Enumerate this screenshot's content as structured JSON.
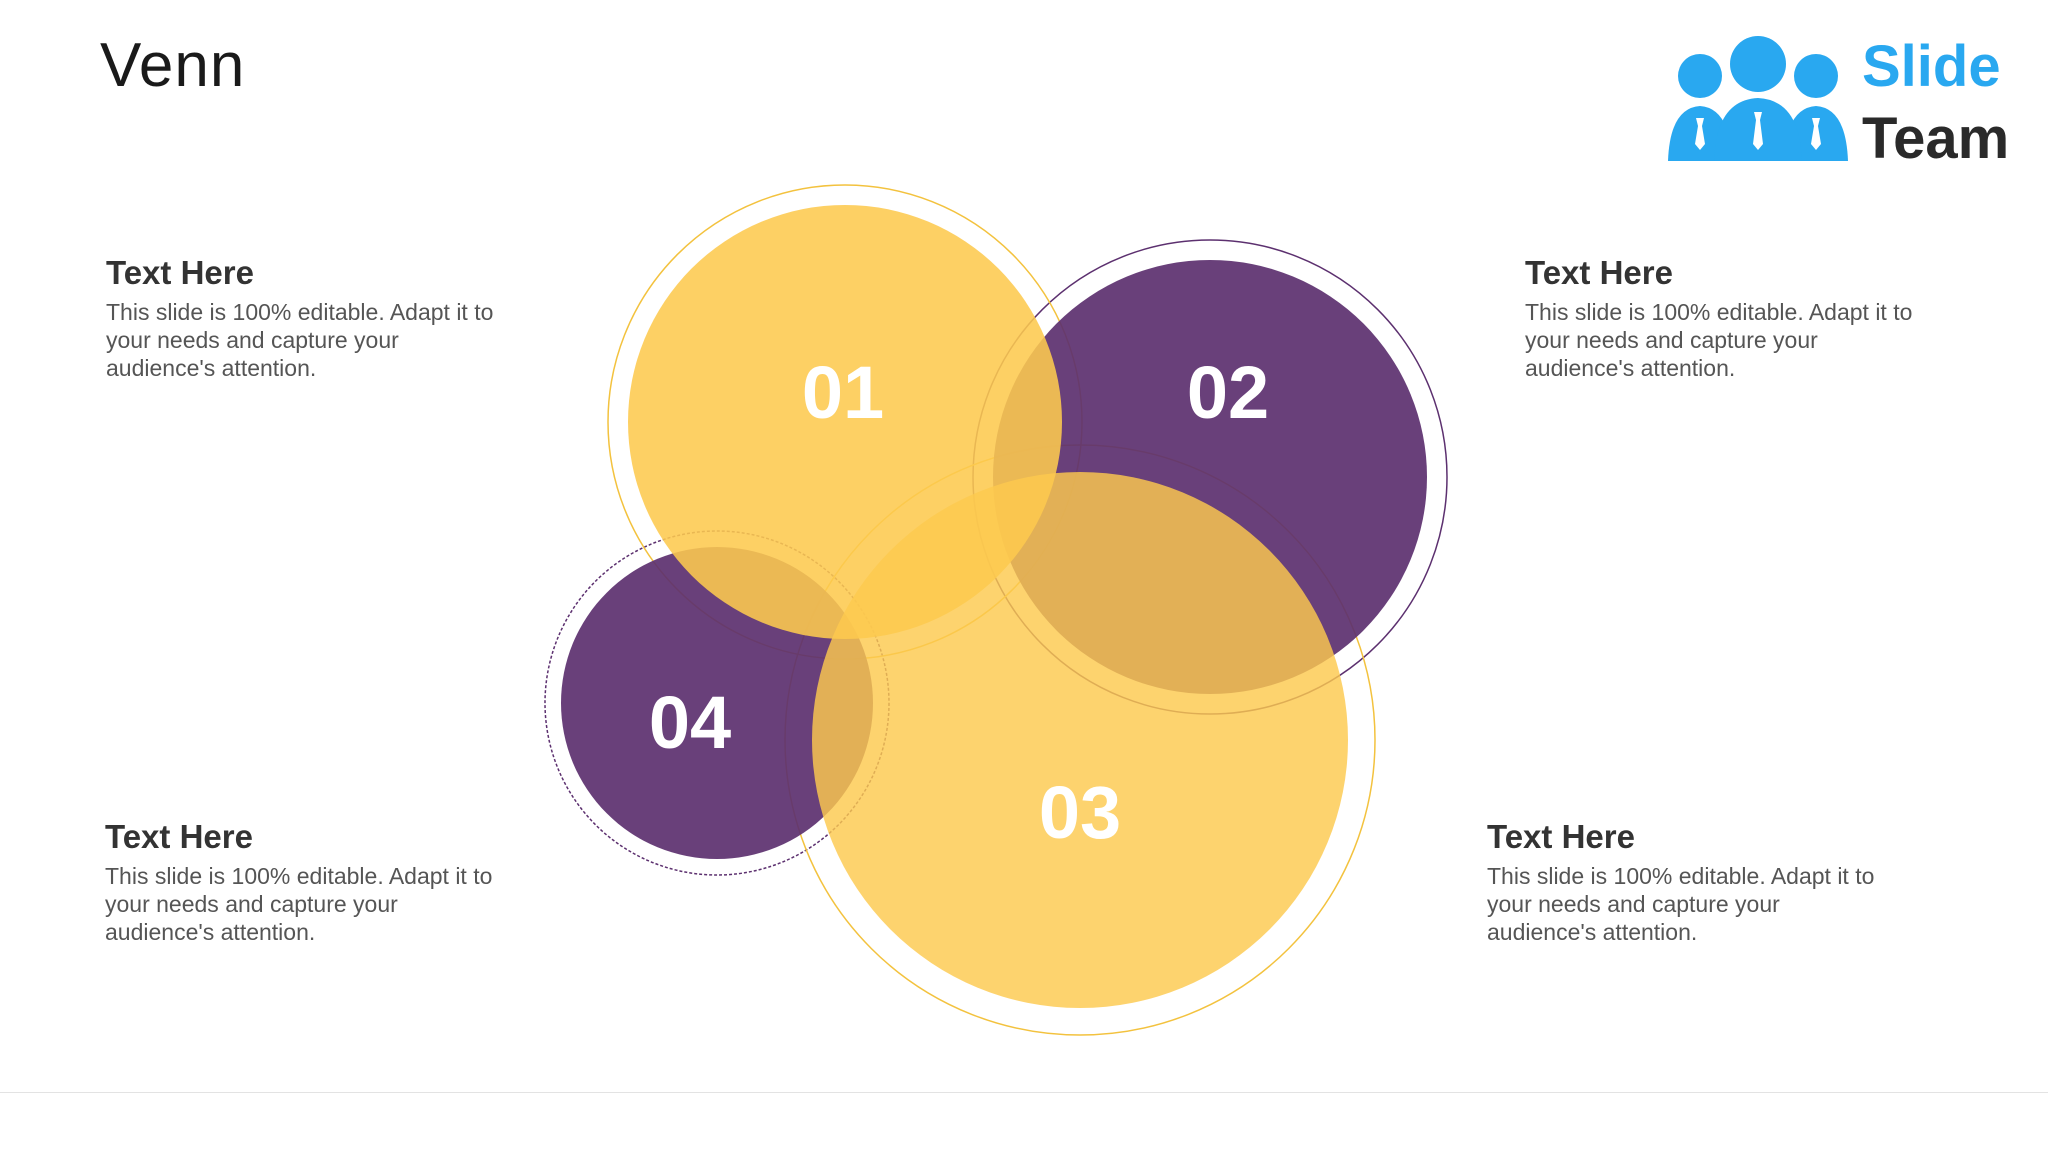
{
  "slide": {
    "title": "Venn"
  },
  "logo": {
    "line1": "Slide",
    "line2": "Team"
  },
  "colors": {
    "yellow": "#fdc94e",
    "purple": "#5c306f",
    "number_text": "#ffffff",
    "logo_blue": "#29a8f0"
  },
  "circles": [
    {
      "label": "01",
      "color": "yellow"
    },
    {
      "label": "02",
      "color": "purple"
    },
    {
      "label": "03",
      "color": "yellow"
    },
    {
      "label": "04",
      "color": "purple"
    }
  ],
  "text_blocks": [
    {
      "heading": "Text Here",
      "body": "This slide is 100% editable. Adapt it to your needs and capture your audience's attention."
    },
    {
      "heading": "Text Here",
      "body": "This slide is 100% editable. Adapt it to your needs and capture your audience's attention."
    },
    {
      "heading": "Text Here",
      "body": "This slide is 100% editable. Adapt it to your needs and capture your audience's attention."
    },
    {
      "heading": "Text Here",
      "body": "This slide is 100% editable. Adapt it to your needs and capture your audience's attention."
    }
  ]
}
